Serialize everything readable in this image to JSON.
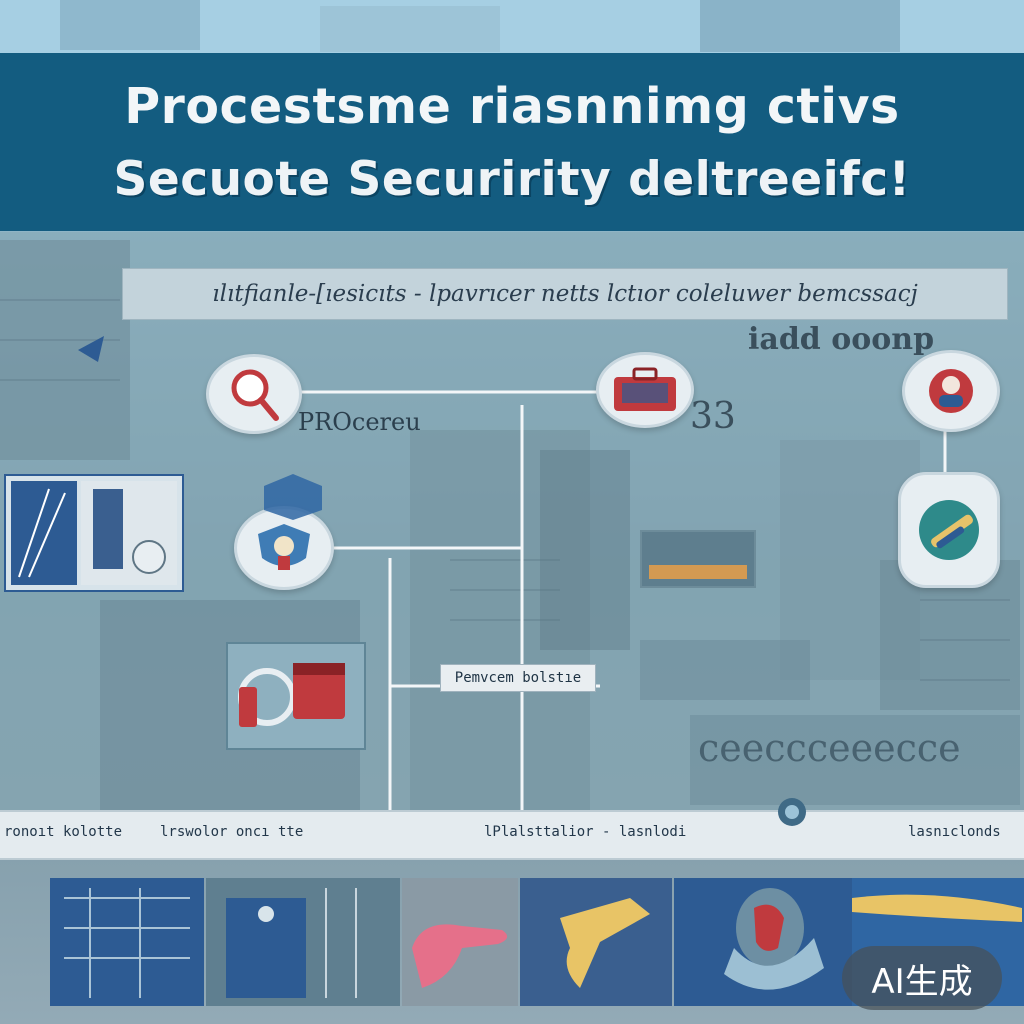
{
  "title": {
    "line1": "Procestsme riasnnimg ctivs",
    "line2": "Secuote Securirity deltreeifc!"
  },
  "subtitle": "ılıtfianle-[ıesicıts - lpavrıcer netts lctıor coleluwer bemcssacj",
  "labels": {
    "node_caption": "PROcereu",
    "top_right_text": "iadd ooonp",
    "digits_badge": "33",
    "process_label": "Pemvcem bolstıe",
    "wide_faint_text": "ceeccceeecce"
  },
  "bottom_strip": {
    "items": [
      "ronoıt kolotte",
      "lrswolor oncı tte",
      "lPlalsttalior - lasnlodi",
      "lasnıclonds"
    ]
  },
  "watermark": "AI生成",
  "colors": {
    "title_band": "#135c80",
    "title_text": "#f2f6f8",
    "connector": "#f3f6f8",
    "accent_red": "#c03a3e",
    "accent_blue": "#2d5b93"
  },
  "icons": [
    "magnifier-icon",
    "briefcase-icon",
    "avatar-badge-icon",
    "wrench-icon",
    "shield-icon",
    "folder-icon",
    "hand-pointer-icon"
  ]
}
